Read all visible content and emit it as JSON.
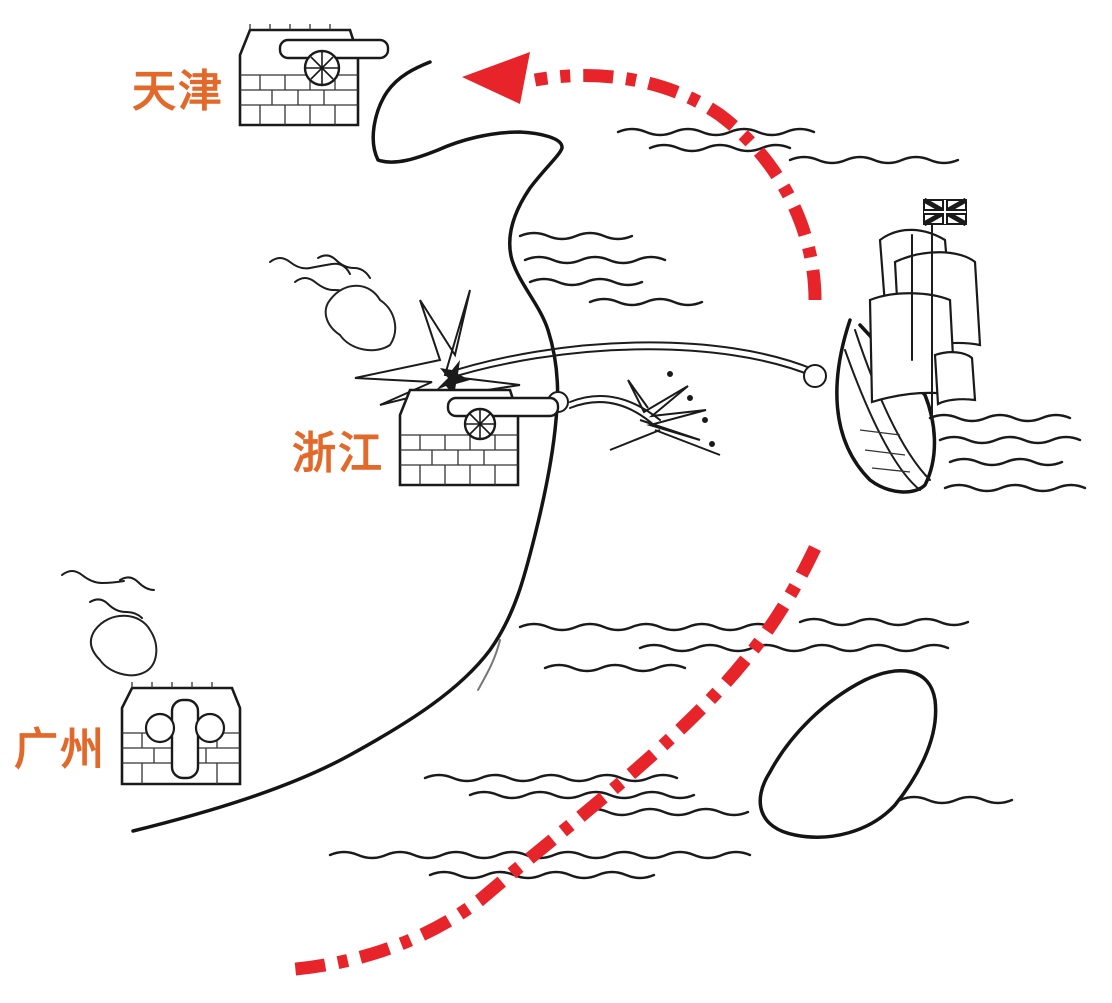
{
  "cities": {
    "tianjin": "天津",
    "zhejiang": "浙江",
    "guangzhou": "广州"
  },
  "colors": {
    "label": "#e2692a",
    "route": "#e8242b",
    "ink": "#141414"
  },
  "icons": {
    "fort": "fort-with-cannon-icon",
    "ship": "sailing-warship-icon",
    "flag": "union-jack-flag-icon",
    "explosion": "cannon-blast-icon"
  }
}
